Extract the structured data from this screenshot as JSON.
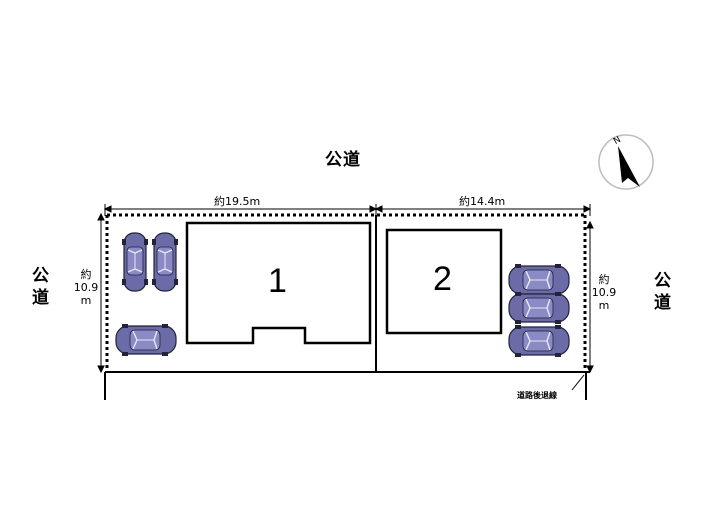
{
  "roads": {
    "top": "公道",
    "left": [
      "公",
      "道"
    ],
    "right": [
      "公",
      "道"
    ]
  },
  "dimensions": {
    "lot1_width": "約19.5m",
    "lot2_width": "約14.4m",
    "left_depth": [
      "約",
      "10.9",
      "m"
    ],
    "right_depth": [
      "約",
      "10.9",
      "m"
    ]
  },
  "lots": {
    "lot1": "1",
    "lot2": "2"
  },
  "setback_label": "道路後退線",
  "compass": {
    "north": "N",
    "icon": "north-arrow-icon"
  },
  "cars": {
    "icon": "car-icon",
    "color": "#6a6aa6",
    "lot1_count": 3,
    "lot2_count": 3
  }
}
